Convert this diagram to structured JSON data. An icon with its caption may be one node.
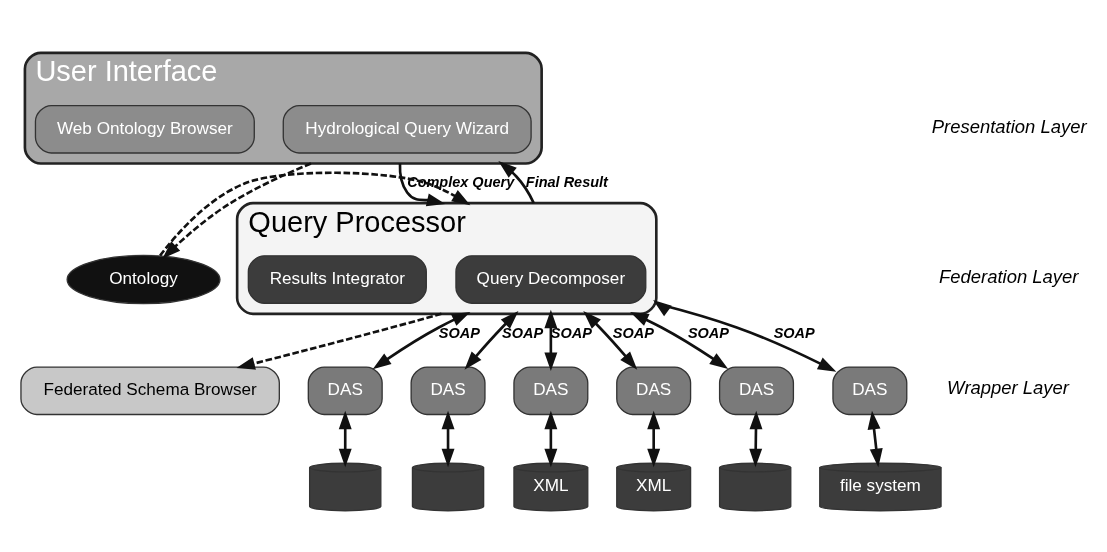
{
  "diagram": {
    "nodes": [
      {
        "text": [
          "User Interface"
        ]
      },
      {
        "text": [
          "Hydrological Query Wizard"
        ],
        "in": 0
      },
      {
        "text": [
          "Web Ontology Browser"
        ],
        "in": 0
      },
      {
        "text": [
          "Ontology"
        ]
      },
      {
        "text": [
          "Query Processor"
        ]
      },
      {
        "text": [
          "Query Decomposer"
        ],
        "in": 4
      },
      {
        "text": [
          "Results Integrator"
        ],
        "in": 4
      },
      {
        "text": [
          "Federated Schema Browser"
        ]
      },
      {
        "text": [
          "DAS"
        ]
      },
      {
        "text": [
          "DAS"
        ]
      },
      {
        "text": [
          "DAS"
        ]
      },
      {
        "text": [
          "DAS"
        ]
      },
      {
        "text": [
          "DAS"
        ]
      },
      {
        "text": [
          "DAS"
        ]
      },
      {
        "text": [],
        "shape": "cylinder"
      },
      {
        "text": [],
        "shape": "cylinder"
      },
      {
        "text": [
          "XML"
        ]
      },
      {
        "text": [
          "XML"
        ]
      },
      {
        "text": [],
        "shape": "cylinder"
      },
      {
        "text": [
          "file system"
        ]
      }
    ],
    "edges": [
      {
        "from": 0,
        "to": 4,
        "arrow": "to",
        "label": "Complex Query"
      },
      {
        "from": 4,
        "to": 0,
        "arrow": "to",
        "label": "Final Result"
      },
      {
        "from": 0,
        "to": 3,
        "arrow": "to",
        "style": "dashed"
      },
      {
        "from": 3,
        "to": 4,
        "arrow": "to",
        "style": "dashed"
      },
      {
        "from": 4,
        "to": 7,
        "arrow": "to",
        "style": "dashed"
      },
      {
        "from": 4,
        "to": 8,
        "arrow": "both",
        "label": "SOAP"
      },
      {
        "from": 4,
        "to": 9,
        "arrow": "both",
        "label": "SOAP"
      },
      {
        "from": 4,
        "to": 10,
        "arrow": "both",
        "label": "SOAP"
      },
      {
        "from": 4,
        "to": 11,
        "arrow": "both",
        "label": "SOAP"
      },
      {
        "from": 4,
        "to": 12,
        "arrow": "both",
        "label": "SOAP"
      },
      {
        "from": 4,
        "to": 13,
        "arrow": "both",
        "label": "SOAP"
      },
      {
        "from": 8,
        "to": 14,
        "arrow": "both"
      },
      {
        "from": 9,
        "to": 15,
        "arrow": "both"
      },
      {
        "from": 10,
        "to": 16,
        "arrow": "both"
      },
      {
        "from": 11,
        "to": 17,
        "arrow": "both"
      },
      {
        "from": 12,
        "to": 18,
        "arrow": "both"
      },
      {
        "from": 13,
        "to": 19,
        "arrow": "both"
      }
    ],
    "labels": [
      "Presentation Layer",
      "Federation Layer",
      "Wrapper Layer"
    ]
  }
}
